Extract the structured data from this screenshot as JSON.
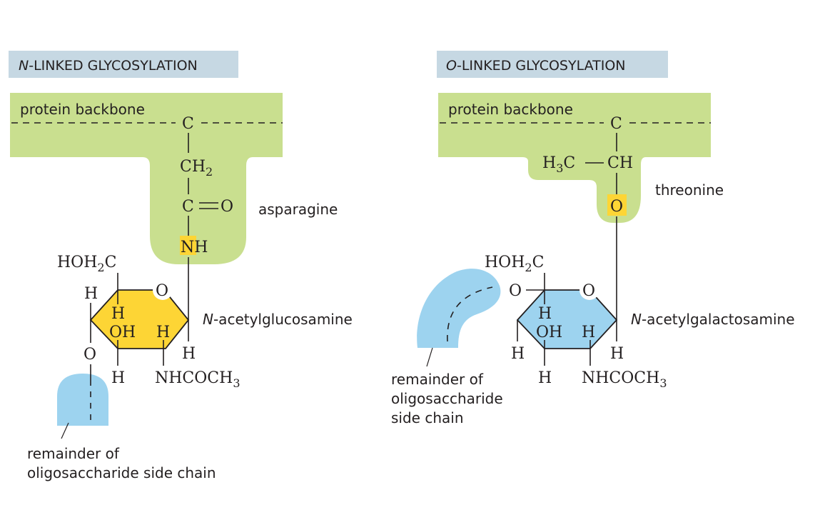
{
  "colors": {
    "protein_green": "#c9df8f",
    "glucose_yellow": "#fdd535",
    "galactose_blue": "#9dd3ef",
    "title_box": "#c6d8e3",
    "highlight": "#fdd535"
  },
  "left": {
    "title_prefix": "N",
    "title_rest": "-LINKED GLYCOSYLATION",
    "backbone_label": "protein backbone",
    "amino_acid": "asparagine",
    "sugar_prefix": "N",
    "sugar_rest": "-acetylglucosamine",
    "chain_label_line1": "remainder of",
    "chain_label_line2": "oligosaccharide side chain",
    "atoms": {
      "c_top": "C",
      "ch2_main": "CH",
      "ch2_sub": "2",
      "c_carbonyl": "C",
      "double_o": "=O",
      "nh": "NH",
      "hoh2c_main": "HOH",
      "hoh2c_sub": "2",
      "hoh2c_tail": "C",
      "ring_o": "O",
      "h1": "H",
      "h2": "H",
      "oh": "OH",
      "h3": "H",
      "o_link": "O",
      "h4": "H",
      "h5": "H",
      "nhcoch3_main": "NHCOCH",
      "nhcoch3_sub": "3"
    }
  },
  "right": {
    "title_prefix": "O",
    "title_rest": "-LINKED GLYCOSYLATION",
    "backbone_label": "protein backbone",
    "amino_acid": "threonine",
    "sugar_prefix": "N",
    "sugar_rest": "-acetylgalactosamine",
    "chain_label_line1": "remainder of",
    "chain_label_line2": "oligosaccharide",
    "chain_label_line3": "side chain",
    "atoms": {
      "c_top": "C",
      "h3c_main": "H",
      "h3c_sub": "3",
      "h3c_tail": "C",
      "ch": "CH",
      "o_high": "O",
      "hoh2c_main": "HOH",
      "hoh2c_sub": "2",
      "hoh2c_tail": "C",
      "o_link": "O",
      "ring_o": "O",
      "h1": "H",
      "oh": "OH",
      "h2": "H",
      "h3": "H",
      "h4": "H",
      "h5": "H",
      "nhcoch3_main": "NHCOCH",
      "nhcoch3_sub": "3"
    }
  }
}
